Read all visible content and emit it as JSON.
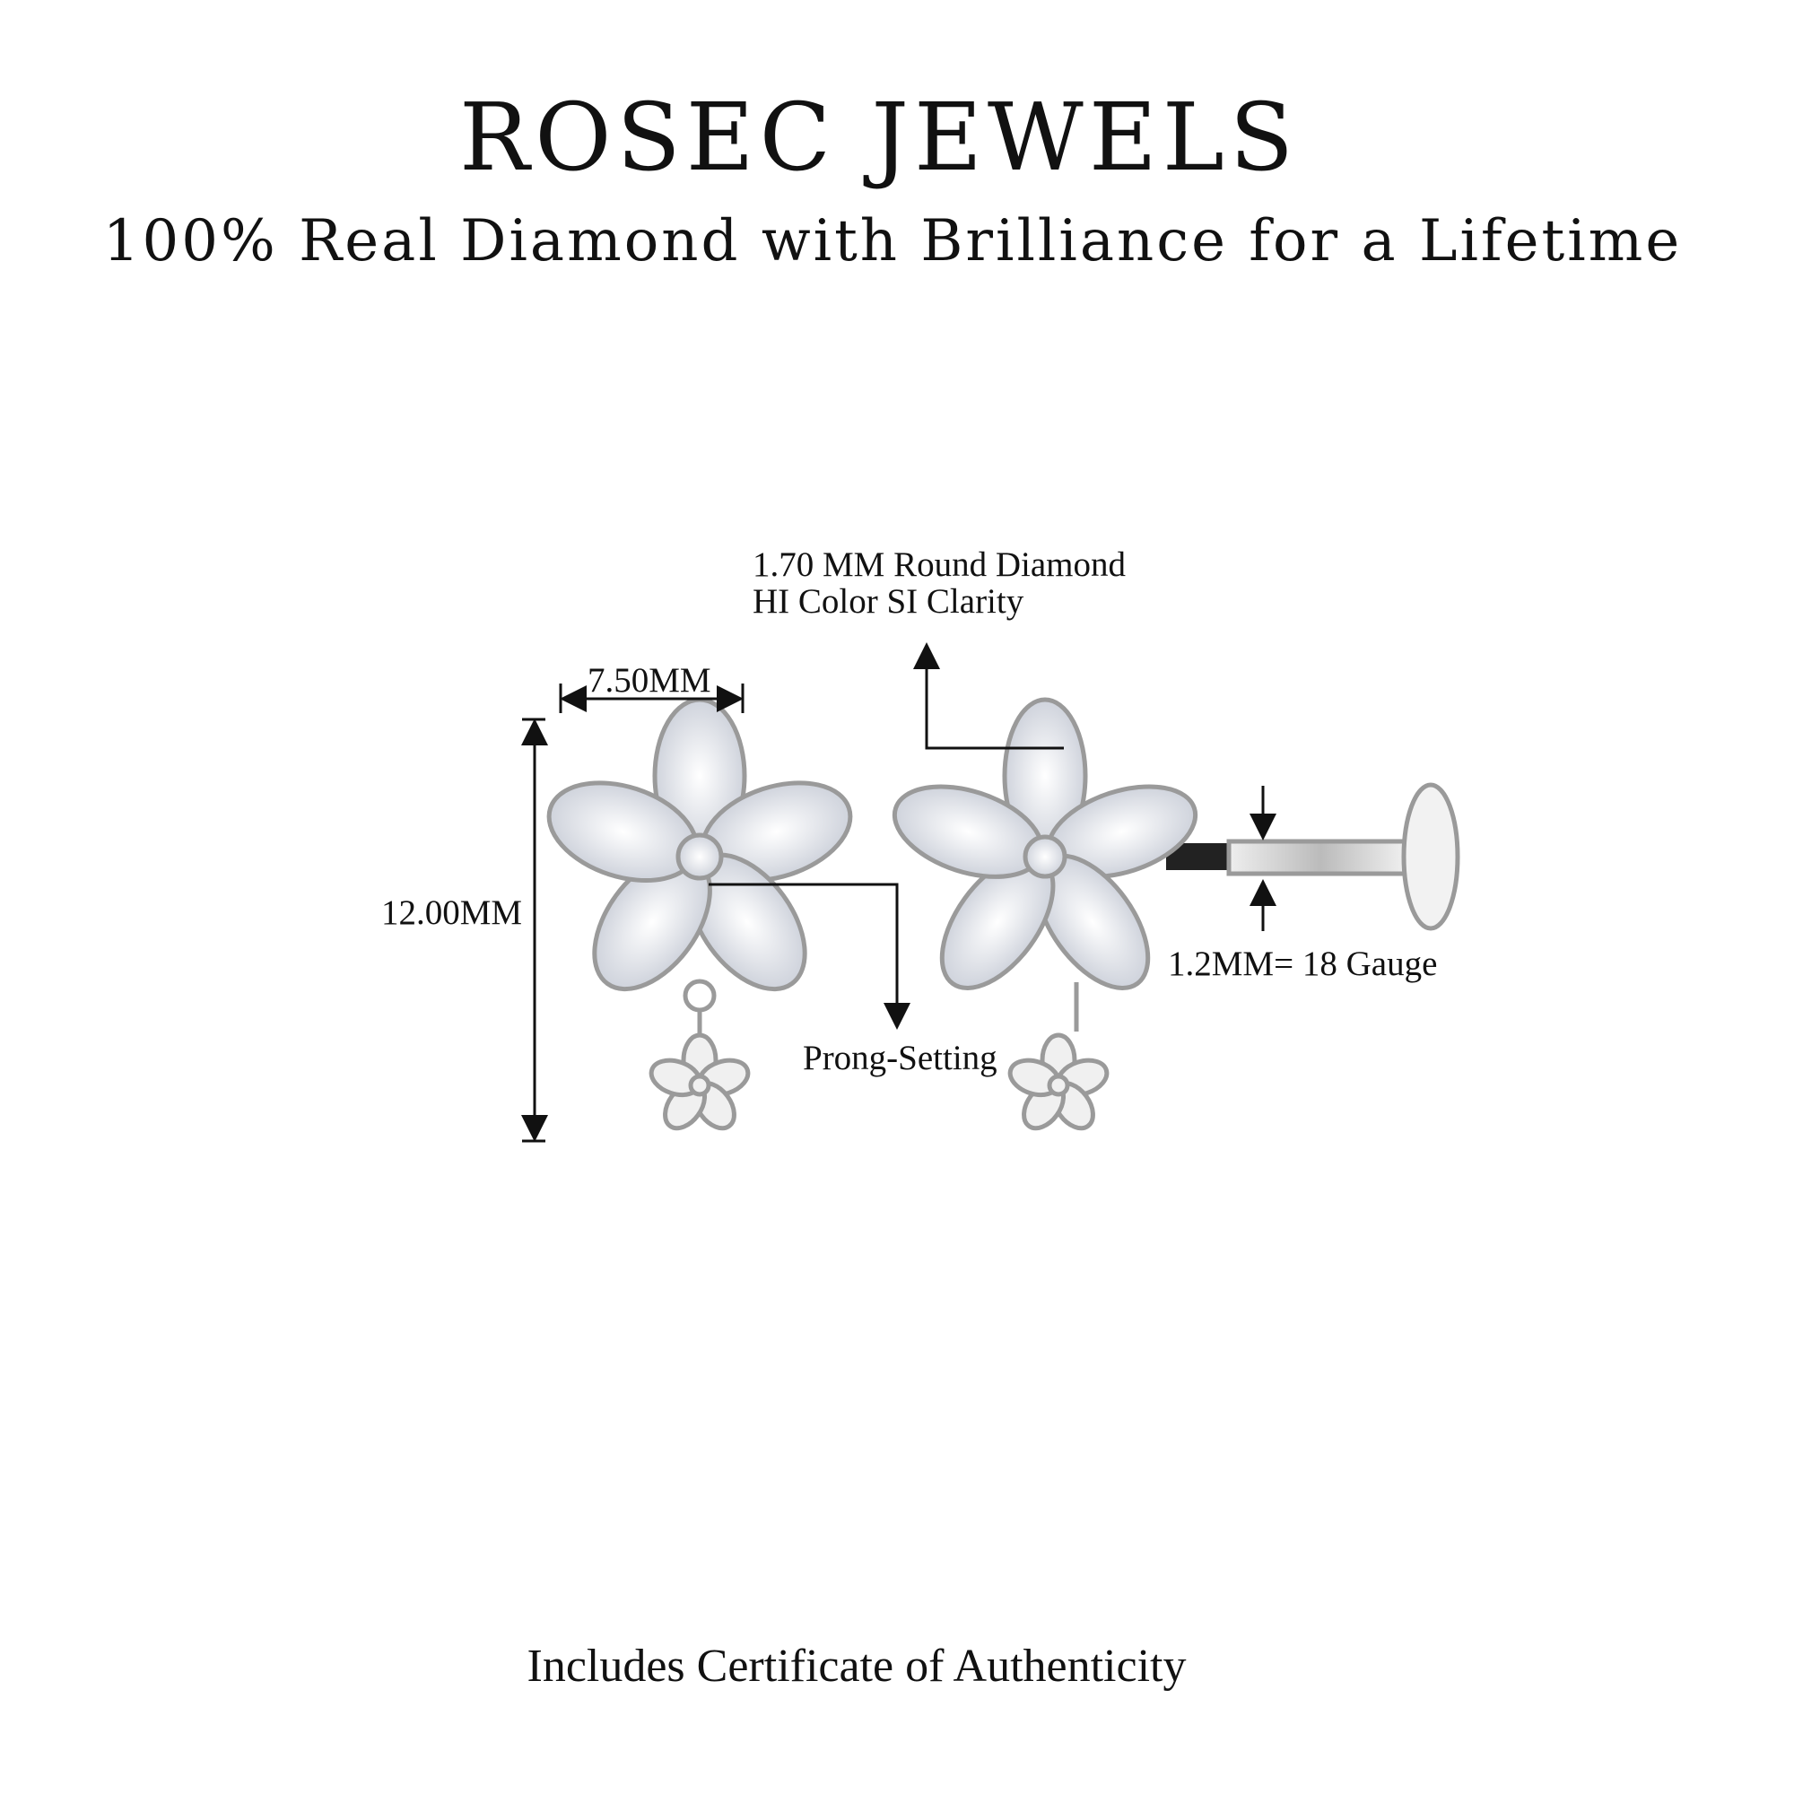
{
  "header": {
    "title": "ROSEC JEWELS",
    "subtitle": "100% Real Diamond with Brilliance for a Lifetime"
  },
  "annotations": {
    "stone_size": "1.70 MM Round Diamond",
    "stone_quality": "HI Color SI Clarity",
    "width": "7.50MM",
    "height": "12.00MM",
    "setting": "Prong-Setting",
    "gauge": "1.2MM= 18 Gauge"
  },
  "footer": {
    "text": "Includes Certificate of Authenticity"
  }
}
